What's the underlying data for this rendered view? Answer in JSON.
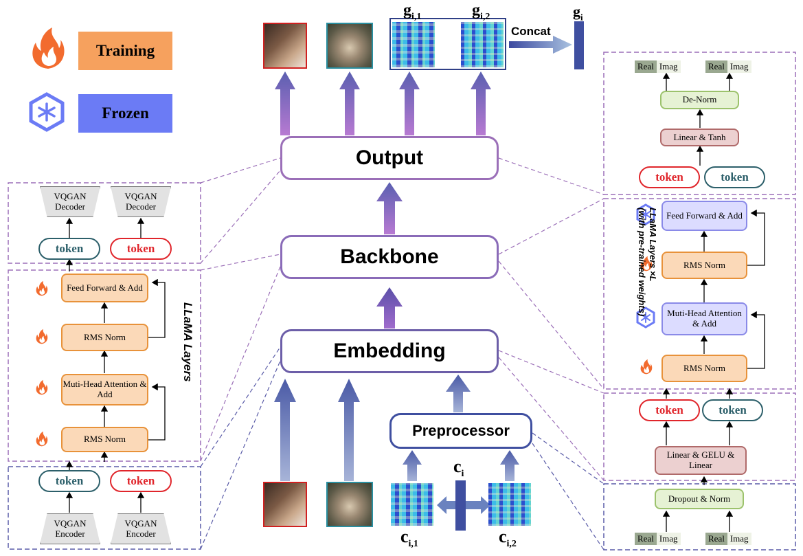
{
  "legend": {
    "training_label": "Training",
    "frozen_label": "Frozen",
    "training_color": "#f6a15e",
    "frozen_color": "#6b7bf5",
    "training_icon": "flame-icon",
    "frozen_icon": "snowflake-icon"
  },
  "main": {
    "output_label": "Output",
    "backbone_label": "Backbone",
    "embedding_label": "Embedding",
    "preprocessor_label": "Preprocessor",
    "concat_label": "Concat",
    "g_i1": "g",
    "g_i1_sub": "i,1",
    "g_i2": "g",
    "g_i2_sub": "i,2",
    "g_i": "g",
    "g_i_sub": "i",
    "c_i": "c",
    "c_i_sub": "i",
    "c_i1": "c",
    "c_i1_sub": "i,1",
    "c_i2": "c",
    "c_i2_sub": "i,2"
  },
  "left_top": {
    "decoder1": "VQGAN Decoder",
    "decoder2": "VQGAN Decoder",
    "token1": "token",
    "token2": "token"
  },
  "left_mid": {
    "title": "LLaMA Layers",
    "ff": "Feed Forward & Add",
    "rms1": "RMS Norm",
    "mha": "Muti-Head Attention & Add",
    "rms2": "RMS Norm"
  },
  "left_bot": {
    "token1": "token",
    "token2": "token",
    "encoder1": "VQGAN Encoder",
    "encoder2": "VQGAN Encoder"
  },
  "right_top": {
    "real1": "Real",
    "imag1": "Imag",
    "real2": "Real",
    "imag2": "Imag",
    "denorm": "De-Norm",
    "linear_tanh": "Linear & Tanh",
    "token1": "token",
    "token2": "token"
  },
  "right_mid": {
    "title_line1": "LLaMA Layers ×L",
    "title_line2": "(with pre-trained weights)",
    "ff": "Feed Forward & Add",
    "rms1": "RMS Norm",
    "mha": "Muti-Head Attention & Add",
    "rms2": "RMS Norm"
  },
  "right_low": {
    "token1": "token",
    "token2": "token",
    "linear_gelu": "Linear & GELU & Linear"
  },
  "right_bot": {
    "dropout": "Dropout & Norm",
    "real1": "Real",
    "imag1": "Imag",
    "real2": "Real",
    "imag2": "Imag"
  }
}
